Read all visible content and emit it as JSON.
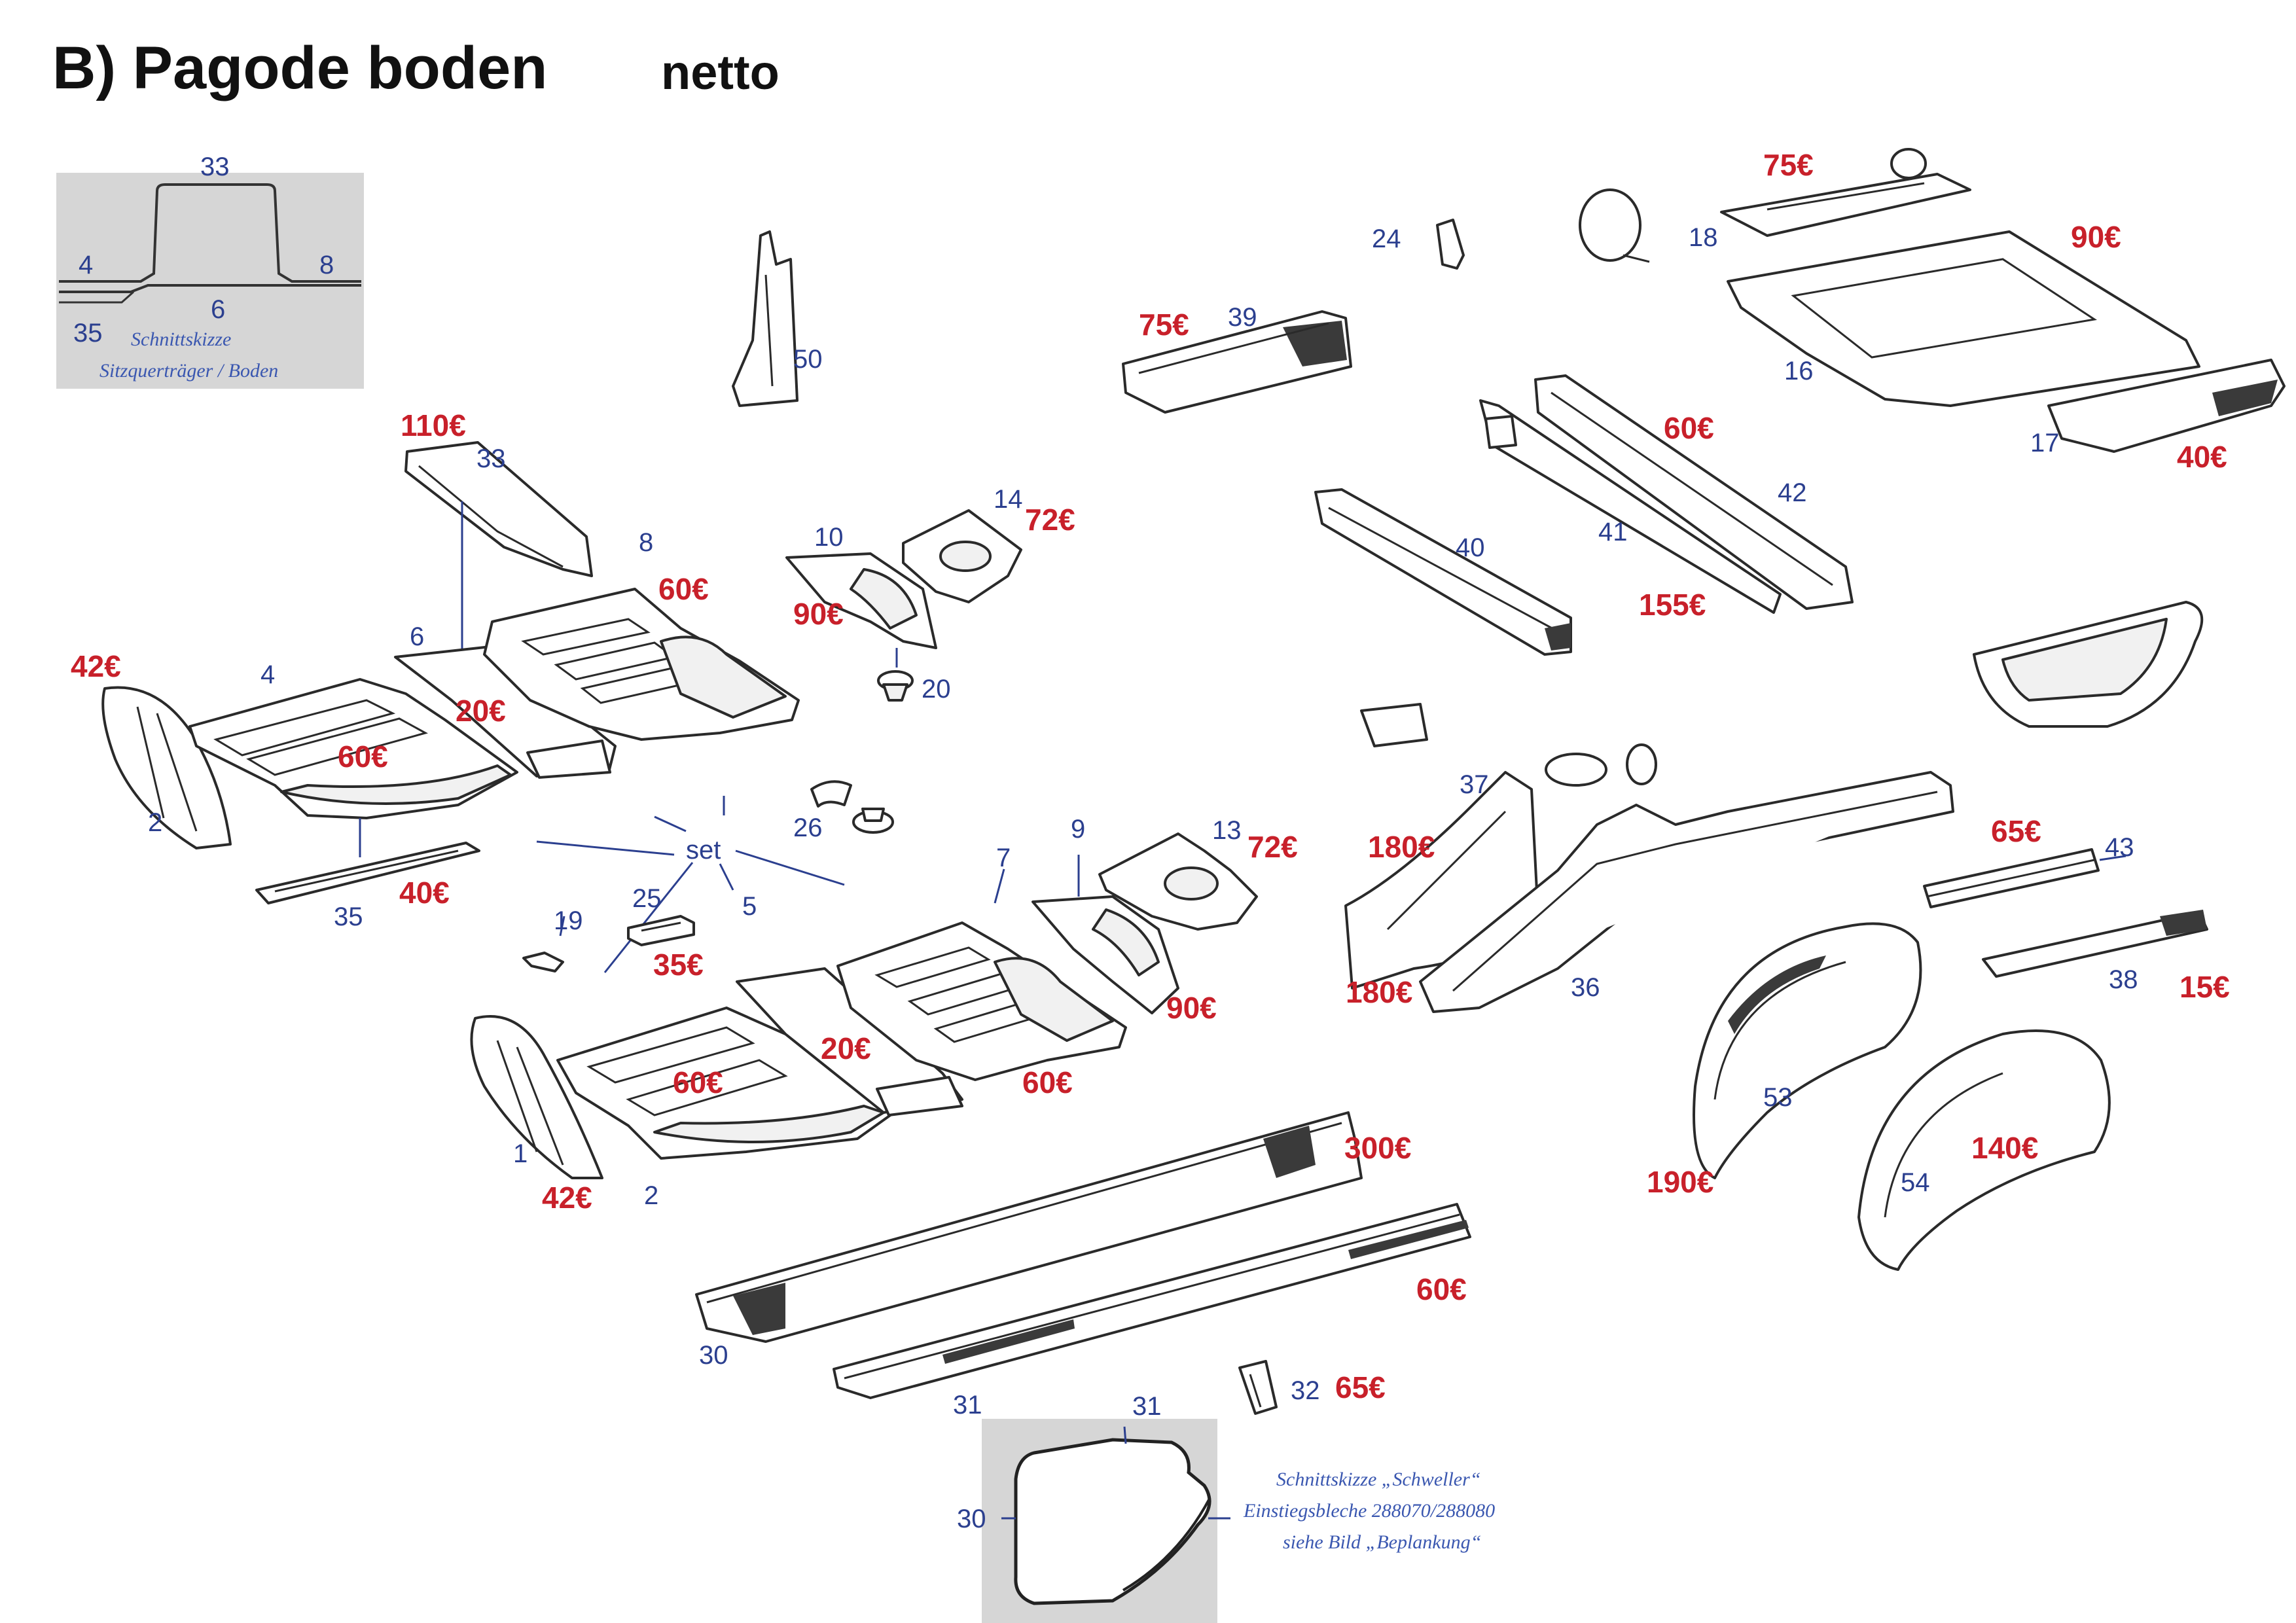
{
  "title": "B) Pagode boden",
  "subtitle": "netto",
  "section_sketch_seat": {
    "caption_line1": "Schnittskizze",
    "caption_line2": "Sitzquerträger / Boden",
    "labels": [
      "33",
      "4",
      "8",
      "6",
      "35"
    ]
  },
  "section_sketch_sill": {
    "caption_line1": "Schnittskizze „Schweller“",
    "caption_line2": "Einstiegsbleche 288070/288080",
    "caption_line3": "siehe Bild „Beplankung“",
    "labels": [
      "31",
      "30"
    ]
  },
  "part_numbers": {
    "p1": "1",
    "p2": "2",
    "p2b": "2",
    "p4": "4",
    "p5": "5",
    "p6": "6",
    "p7": "7",
    "p8": "8",
    "p9": "9",
    "p10": "10",
    "p13": "13",
    "p14": "14",
    "p16": "16",
    "p17": "17",
    "p18": "18",
    "p19": "19",
    "p20": "20",
    "p24": "24",
    "p25": "25",
    "p26": "26",
    "p30": "30",
    "p31": "31",
    "p32": "32",
    "p33": "33",
    "p35": "35",
    "p36": "36",
    "p37": "37",
    "p38": "38",
    "p39": "39",
    "p40": "40",
    "p41": "41",
    "p42": "42",
    "p43": "43",
    "p50": "50",
    "p53": "53",
    "p54": "54",
    "set": "set"
  },
  "prices": {
    "pr75a": "75€",
    "pr90a": "90€",
    "pr75b": "75€",
    "pr60a": "60€",
    "pr40a": "40€",
    "pr110": "110€",
    "pr72a": "72€",
    "pr60b": "60€",
    "pr90b": "90€",
    "pr155": "155€",
    "pr42a": "42€",
    "pr20a": "20€",
    "pr60c": "60€",
    "pr40b": "40€",
    "pr180a": "180€",
    "pr180b": "180€",
    "pr65a": "65€",
    "pr72b": "72€",
    "pr35": "35€",
    "pr90c": "90€",
    "pr15": "15€",
    "pr20b": "20€",
    "pr60d": "60€",
    "pr60e": "60€",
    "pr42b": "42€",
    "pr300": "300€",
    "pr190": "190€",
    "pr140": "140€",
    "pr60f": "60€",
    "pr65b": "65€"
  }
}
